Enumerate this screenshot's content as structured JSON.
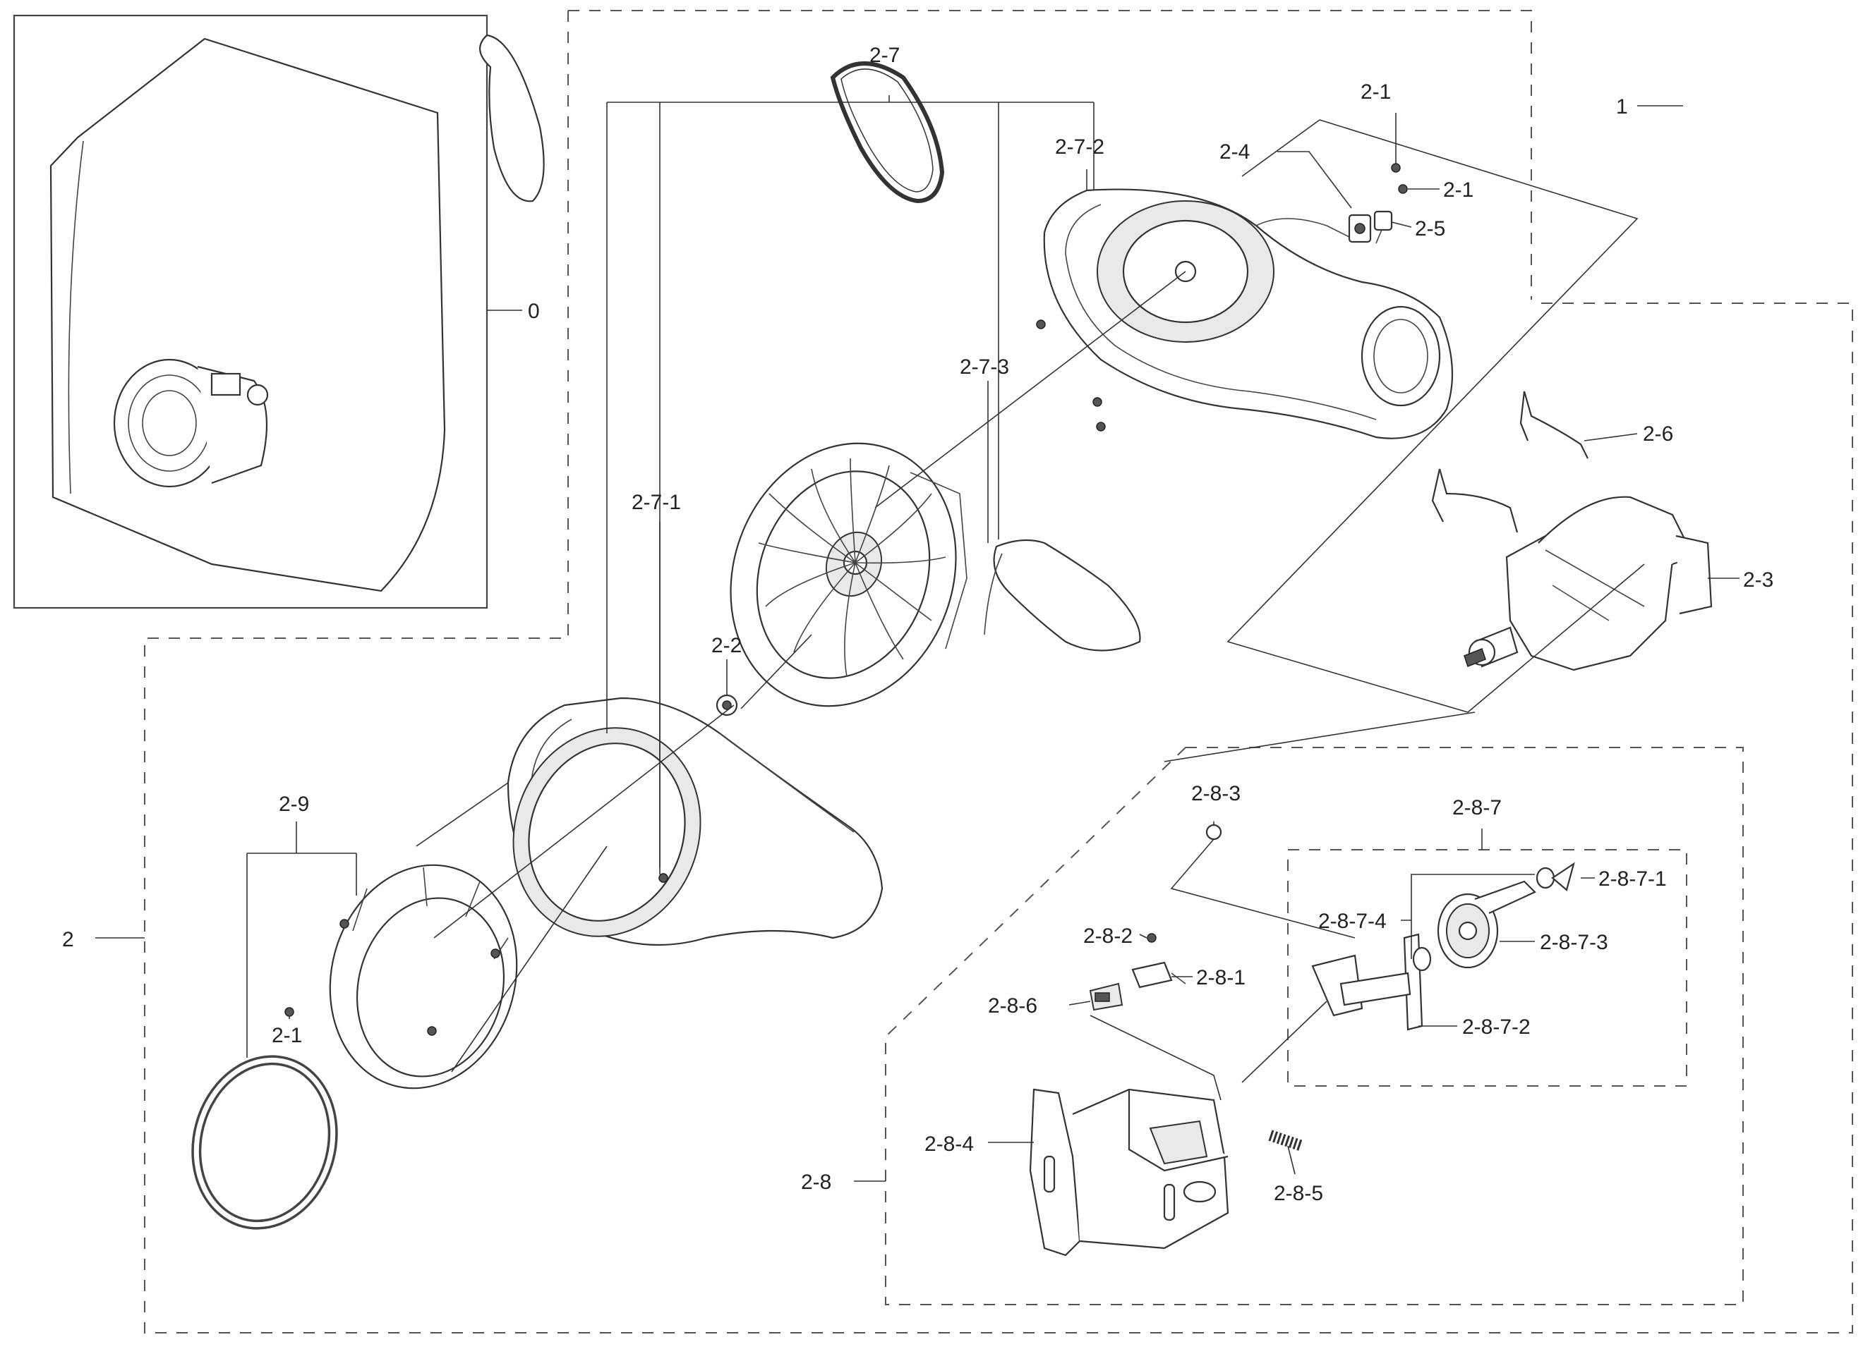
{
  "labels": {
    "l0": "0",
    "l1": "1",
    "l2": "2",
    "l2_1a": "2-1",
    "l2_1b": "2-1",
    "l2_1c": "2-1",
    "l2_2": "2-2",
    "l2_3": "2-3",
    "l2_4": "2-4",
    "l2_5": "2-5",
    "l2_6": "2-6",
    "l2_7": "2-7",
    "l2_7_1": "2-7-1",
    "l2_7_2": "2-7-2",
    "l2_7_3": "2-7-3",
    "l2_8": "2-8",
    "l2_8_1": "2-8-1",
    "l2_8_2": "2-8-2",
    "l2_8_3": "2-8-3",
    "l2_8_4": "2-8-4",
    "l2_8_5": "2-8-5",
    "l2_8_6": "2-8-6",
    "l2_8_7": "2-8-7",
    "l2_8_7_1": "2-8-7-1",
    "l2_8_7_2": "2-8-7-2",
    "l2_8_7_3": "2-8-7-3",
    "l2_8_7_4": "2-8-7-4",
    "l2_9": "2-9"
  }
}
